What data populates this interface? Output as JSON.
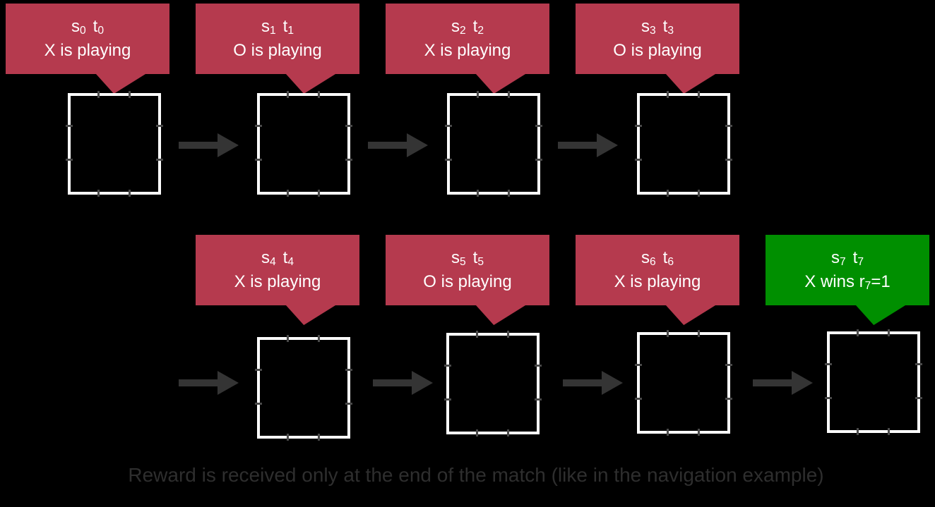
{
  "colors": {
    "bg": "#000000",
    "bubble_red": "#b53a4e",
    "bubble_green": "#008f00",
    "bubble_text": "#ffffff",
    "board_border": "#ffffff",
    "tick": "#4a4a4a",
    "arrow": "#343434",
    "caption_text": "#2e2e2e"
  },
  "caption": "Reward is received only at the end of the match (like in the navigation example)",
  "bubbles": [
    {
      "state": "s",
      "state_sub": "0",
      "time": "t",
      "time_sub": "0",
      "caption_pre": "X is playing",
      "caption_sub": "",
      "caption_post": "",
      "variant": "red"
    },
    {
      "state": "s",
      "state_sub": "1",
      "time": "t",
      "time_sub": "1",
      "caption_pre": "O is playing",
      "caption_sub": "",
      "caption_post": "",
      "variant": "red"
    },
    {
      "state": "s",
      "state_sub": "2",
      "time": "t",
      "time_sub": "2",
      "caption_pre": "X is playing",
      "caption_sub": "",
      "caption_post": "",
      "variant": "red"
    },
    {
      "state": "s",
      "state_sub": "3",
      "time": "t",
      "time_sub": "3",
      "caption_pre": "O is playing",
      "caption_sub": "",
      "caption_post": "",
      "variant": "red"
    },
    {
      "state": "s",
      "state_sub": "4",
      "time": "t",
      "time_sub": "4",
      "caption_pre": "X is playing",
      "caption_sub": "",
      "caption_post": "",
      "variant": "red"
    },
    {
      "state": "s",
      "state_sub": "5",
      "time": "t",
      "time_sub": "5",
      "caption_pre": "O is playing",
      "caption_sub": "",
      "caption_post": "",
      "variant": "red"
    },
    {
      "state": "s",
      "state_sub": "6",
      "time": "t",
      "time_sub": "6",
      "caption_pre": "X is playing",
      "caption_sub": "",
      "caption_post": "",
      "variant": "red"
    },
    {
      "state": "s",
      "state_sub": "7",
      "time": "t",
      "time_sub": "7",
      "caption_pre": "X wins r",
      "caption_sub": "7",
      "caption_post": "=1",
      "variant": "green"
    }
  ]
}
